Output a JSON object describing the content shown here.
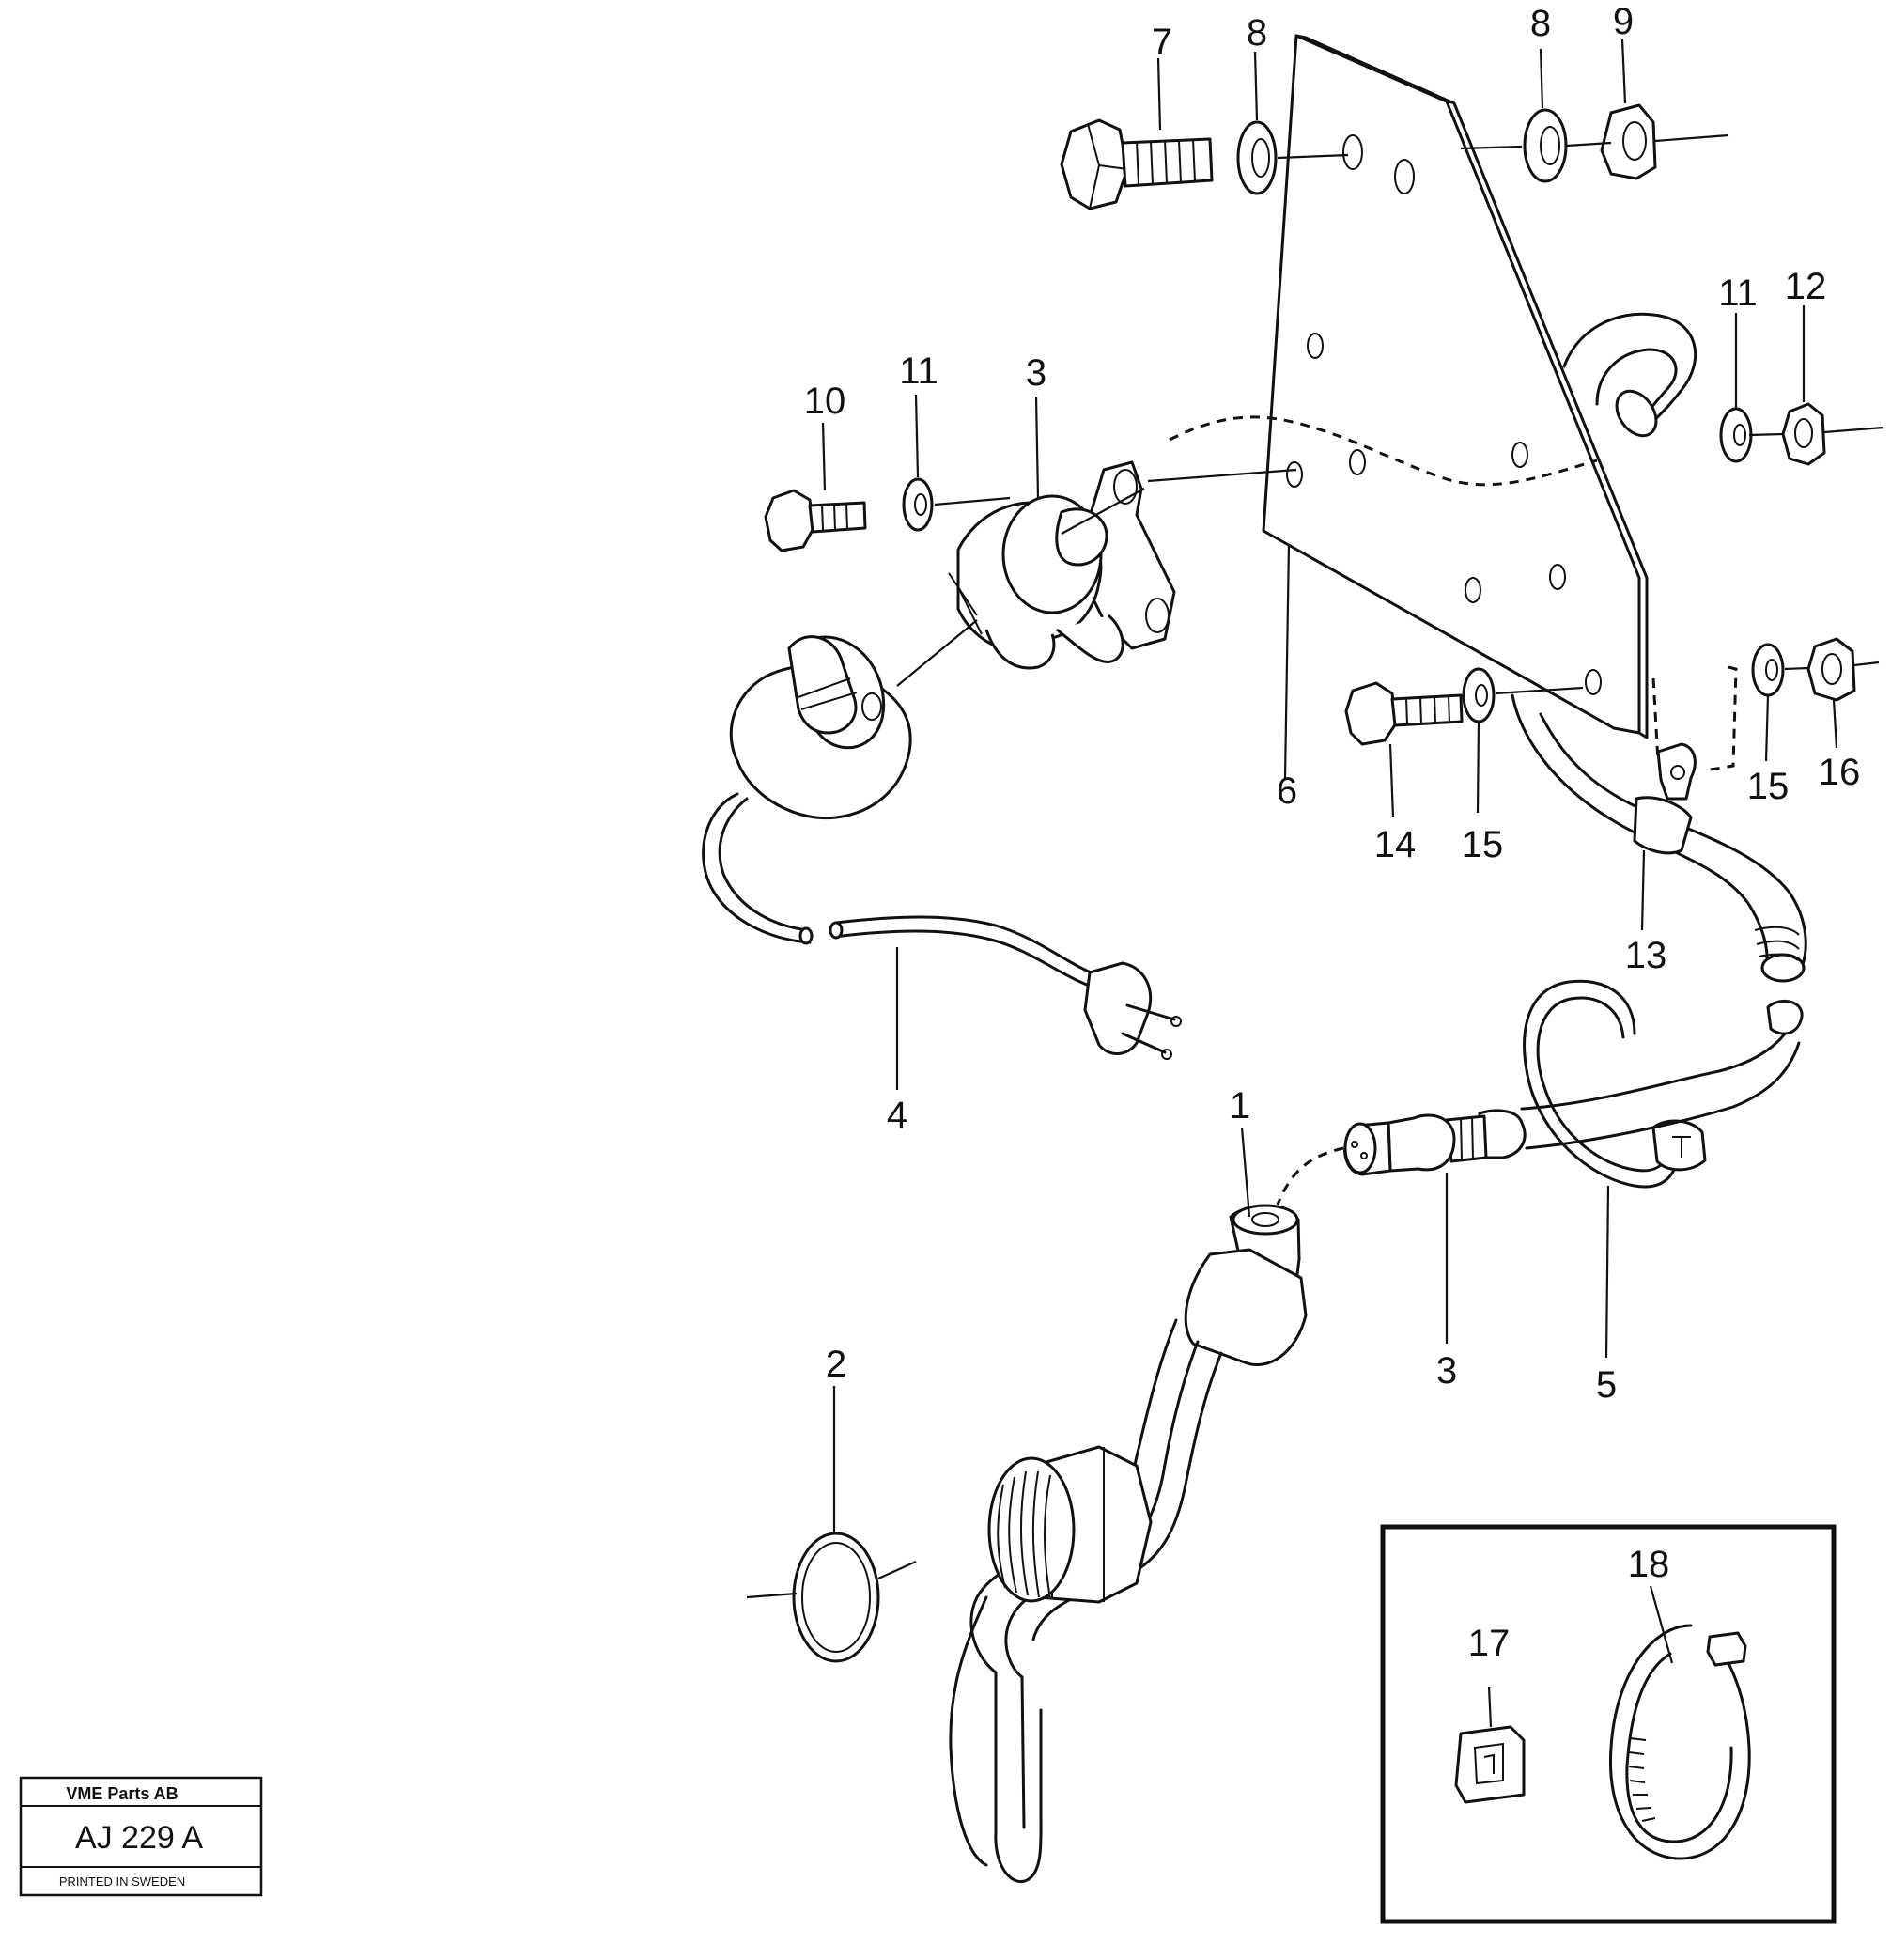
{
  "title_block": {
    "company": "VME Parts AB",
    "drawing_number": "AJ 229 A",
    "printed": "PRINTED IN SWEDEN"
  },
  "part_labels": {
    "p1": "1",
    "p2": "2",
    "p3a": "3",
    "p3b": "3",
    "p4": "4",
    "p5": "5",
    "p6": "6",
    "p7": "7",
    "p8a": "8",
    "p8b": "8",
    "p9": "9",
    "p10": "10",
    "p11a": "11",
    "p11b": "11",
    "p12": "12",
    "p13": "13",
    "p14": "14",
    "p15a": "15",
    "p15b": "15",
    "p16": "16",
    "p17": "17",
    "p18": "18"
  }
}
